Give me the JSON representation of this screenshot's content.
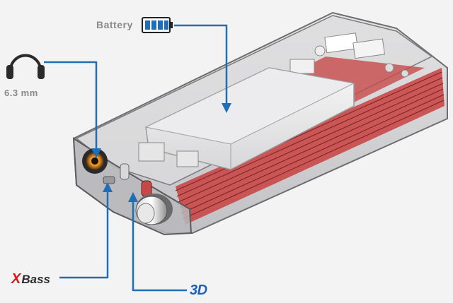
{
  "callouts": {
    "battery": {
      "label": "Battery",
      "icon": "battery-icon"
    },
    "headphone_jack": {
      "label": "6.3 mm",
      "icon": "headphones-icon"
    },
    "xbass": {
      "label_prefix": "X",
      "label_rest": "Bass"
    },
    "three_d": {
      "label": "3D"
    }
  },
  "colors": {
    "leader_line": "#1f6fb8",
    "label_gray": "#8a8a8a",
    "xbass_red": "#d01e1e",
    "three_d_blue": "#1f5fbf",
    "pcb_red": "#c84040"
  }
}
